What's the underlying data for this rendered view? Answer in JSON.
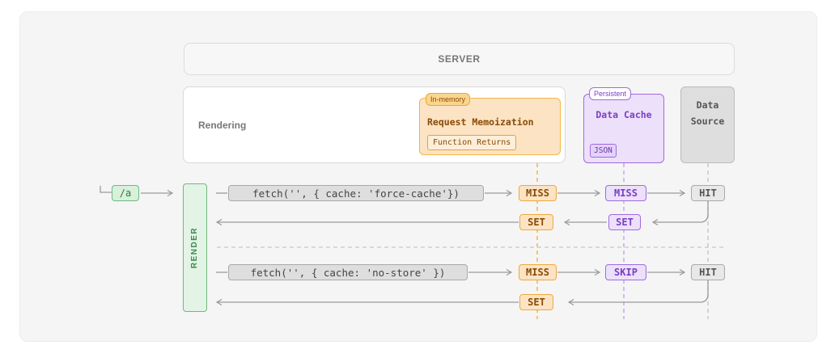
{
  "labels": {
    "server": "SERVER",
    "rendering": "Rendering",
    "memo_tag": "In-memory",
    "memo_title": "Request Memoization",
    "function_returns": "Function Returns",
    "persistent_tag": "Persistent",
    "data_cache": "Data Cache",
    "json": "JSON",
    "data_source_line1": "Data",
    "data_source_line2": "Source",
    "render": "RENDER",
    "route": "/a"
  },
  "row1": {
    "fetch": "fetch('', { cache: 'force-cache'})",
    "memo_status": "MISS",
    "cache_status": "MISS",
    "source_status": "HIT",
    "memo_set": "SET",
    "cache_set": "SET"
  },
  "row2": {
    "fetch": "fetch('', { cache: 'no-store' })",
    "memo_status": "MISS",
    "cache_status": "SKIP",
    "source_status": "HIT",
    "memo_set": "SET"
  },
  "colors": {
    "memo": "#f0a93b",
    "cache": "#a06ae0",
    "render": "#6fba7e",
    "neutral": "#a9a9a9"
  }
}
